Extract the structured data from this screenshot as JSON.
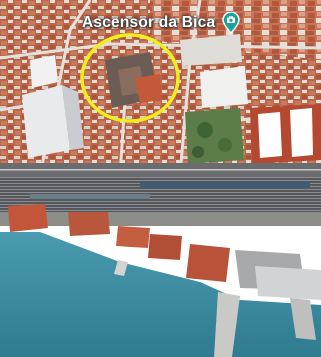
{
  "map": {
    "view": "3D satellite",
    "place_label": "Ascensor da Bica",
    "place_icon": "camera-pin-icon",
    "highlight": {
      "shape": "circle",
      "color": "#f2ee1a"
    },
    "colors": {
      "river": "#3f8fa3",
      "roof_tile": "#b8553a",
      "rail_yard": "#4d5055",
      "pin": "#1aa39a"
    }
  }
}
